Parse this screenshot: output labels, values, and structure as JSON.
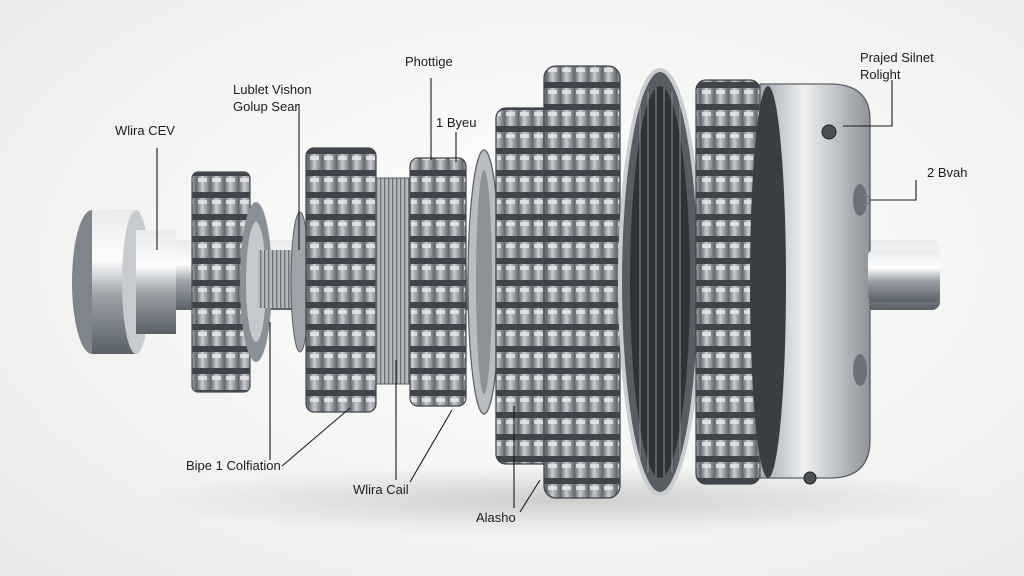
{
  "labels": {
    "wlira_cev": "Wlira CEV",
    "lublet_vishon": "Lublet Vishon",
    "golup_sear": "Golup Sear",
    "phottige": "Phottige",
    "one_byeu": "1 Byeu",
    "prajed_silnet": "Prajed Silnet",
    "rolight": "Rolight",
    "two_bvah": "2 Bvah",
    "bipe_colfiation": "Bipe 1 Colfiation",
    "wlira_cail": "Wlira Cail",
    "alasho": "Alasho"
  },
  "colors": {
    "background": "#f3f3f2",
    "steel_light": "#d9dcdf",
    "steel_mid": "#9aa0a6",
    "steel_dark": "#4b5057",
    "leader_line": "#1a1a1a"
  }
}
